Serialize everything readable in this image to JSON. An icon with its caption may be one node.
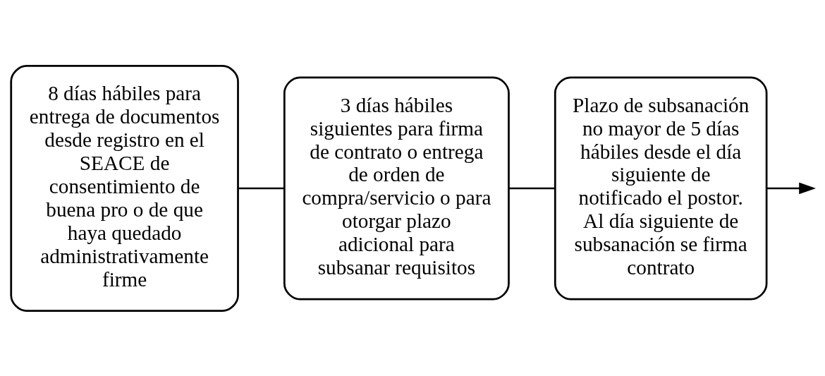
{
  "diagram": {
    "nodes": [
      {
        "text": [
          "8 días hábiles para entrega de documentos desde registro en el SEACE de consentimiento de buena pro o de que haya quedado administrativamente firme"
        ]
      },
      {
        "text": [
          "3 días hábiles siguientes para firma de contrato o entrega de orden de compra/servicio o para otorgar plazo adicional para subsanar requisitos"
        ]
      },
      {
        "text": [
          "Plazo de subsanación no mayor de 5 días hábiles desde el día siguiente de notificado el postor. Al día siguiente de subsanación se firma contrato"
        ]
      }
    ],
    "edges": [
      {
        "from": 0,
        "to": 1,
        "arrow": "none"
      },
      {
        "from": 1,
        "to": 2,
        "arrow": "none"
      },
      {
        "from": 2,
        "to": null,
        "arrow": "to"
      }
    ]
  }
}
